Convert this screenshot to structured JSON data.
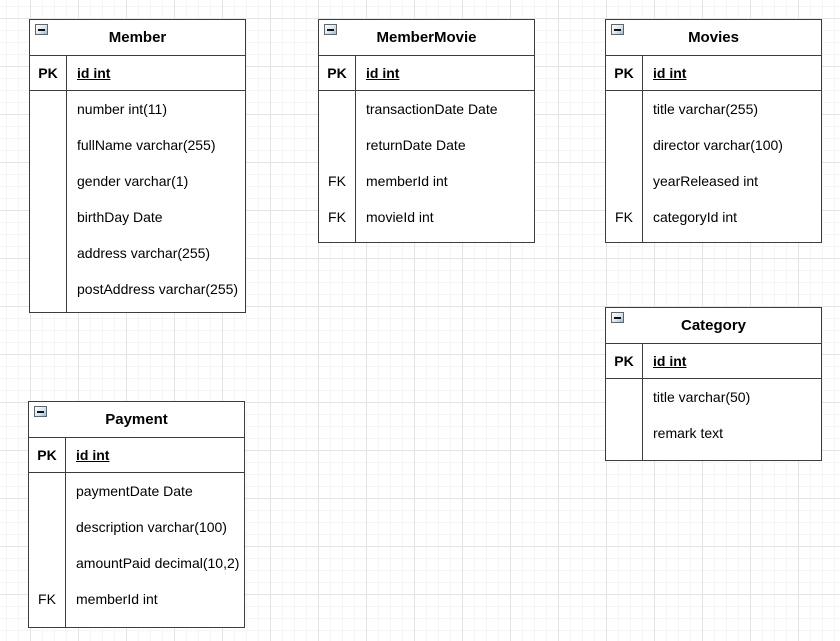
{
  "canvas": {
    "background_color": "#ffffff",
    "grid_minor_color": "#f5f5f5",
    "grid_major_color": "#e4e4e4",
    "table_border_color": "#3d3d3d",
    "text_color": "#000000"
  },
  "tables": [
    {
      "title": "Member",
      "collapse_icon": "collapse-minus-icon",
      "pk": {
        "key": "PK",
        "field": "id int"
      },
      "rows": [
        {
          "key": "",
          "text": "number int(11)"
        },
        {
          "key": "",
          "text": "fullName varchar(255)"
        },
        {
          "key": "",
          "text": "gender varchar(1)"
        },
        {
          "key": "",
          "text": "birthDay Date"
        },
        {
          "key": "",
          "text": "address varchar(255)"
        },
        {
          "key": "",
          "text": "postAddress varchar(255)"
        }
      ]
    },
    {
      "title": "MemberMovie",
      "collapse_icon": "collapse-minus-icon",
      "pk": {
        "key": "PK",
        "field": "id int"
      },
      "rows": [
        {
          "key": "",
          "text": "transactionDate Date"
        },
        {
          "key": "",
          "text": "returnDate Date"
        },
        {
          "key": "FK",
          "text": "memberId int"
        },
        {
          "key": "FK",
          "text": "movieId int"
        }
      ]
    },
    {
      "title": "Movies",
      "collapse_icon": "collapse-minus-icon",
      "pk": {
        "key": "PK",
        "field": "id int"
      },
      "rows": [
        {
          "key": "",
          "text": "title varchar(255)"
        },
        {
          "key": "",
          "text": "director varchar(100)"
        },
        {
          "key": "",
          "text": "yearReleased int"
        },
        {
          "key": "FK",
          "text": "categoryId int"
        }
      ]
    },
    {
      "title": "Category",
      "collapse_icon": "collapse-minus-icon",
      "pk": {
        "key": "PK",
        "field": "id int"
      },
      "rows": [
        {
          "key": "",
          "text": "title varchar(50)"
        },
        {
          "key": "",
          "text": "remark text"
        }
      ]
    },
    {
      "title": "Payment",
      "collapse_icon": "collapse-minus-icon",
      "pk": {
        "key": "PK",
        "field": "id int"
      },
      "rows": [
        {
          "key": "",
          "text": "paymentDate Date"
        },
        {
          "key": "",
          "text": "description varchar(100)"
        },
        {
          "key": "",
          "text": "amountPaid decimal(10,2)"
        },
        {
          "key": "FK",
          "text": "memberId int"
        }
      ]
    }
  ]
}
